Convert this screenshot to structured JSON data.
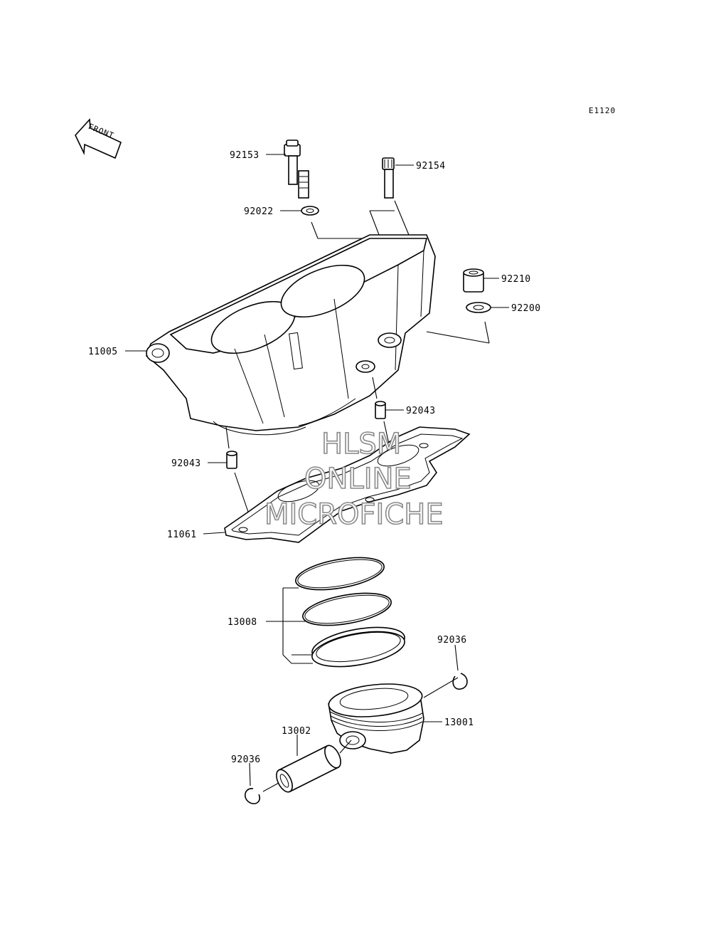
{
  "diagram_code": "E1120",
  "front_arrow_label": "FRONT",
  "watermark": {
    "line1": "HLSM",
    "line2": "ONLINE",
    "line3": "MICROFICHE",
    "stroke_color": "#8a8a8a"
  },
  "parts": {
    "p92153": "92153",
    "p92154": "92154",
    "p92022": "92022",
    "p92210": "92210",
    "p92200": "92200",
    "p11005": "11005",
    "p92043_right": "92043",
    "p92043_left": "92043",
    "p11061": "11061",
    "p13008": "13008",
    "p92036_right": "92036",
    "p13001": "13001",
    "p13002": "13002",
    "p92036_left": "92036"
  },
  "icons": {
    "front": "front-arrow-icon",
    "cylinder": "cylinder-block-icon",
    "gasket": "cylinder-gasket-icon",
    "rings": "piston-ring-set-icon",
    "piston": "piston-icon",
    "pin": "piston-pin-icon"
  }
}
